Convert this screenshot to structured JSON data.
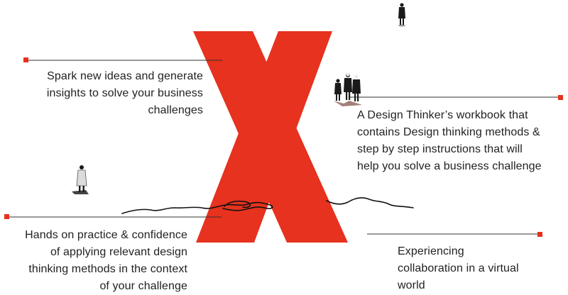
{
  "colors": {
    "accent": "#e6321e",
    "text": "#222222",
    "line": "#333333",
    "figure": "#1a1a1a"
  },
  "icons": [
    "big-x-graphic",
    "person-figure",
    "scribble-line"
  ],
  "callouts": {
    "top_left": "Spark new ideas and generate\ninsights to solve your business\nchallenges",
    "top_right": "A Design Thinker’s workbook that\ncontains Design thinking methods &\nstep by step instructions that will\nhelp you solve a business challenge",
    "bottom_left": "Hands on practice & confidence\nof applying relevant design\nthinking methods in the context\nof your challenge",
    "bottom_right": "Experiencing\ncollaboration in a virtual\nworld"
  }
}
